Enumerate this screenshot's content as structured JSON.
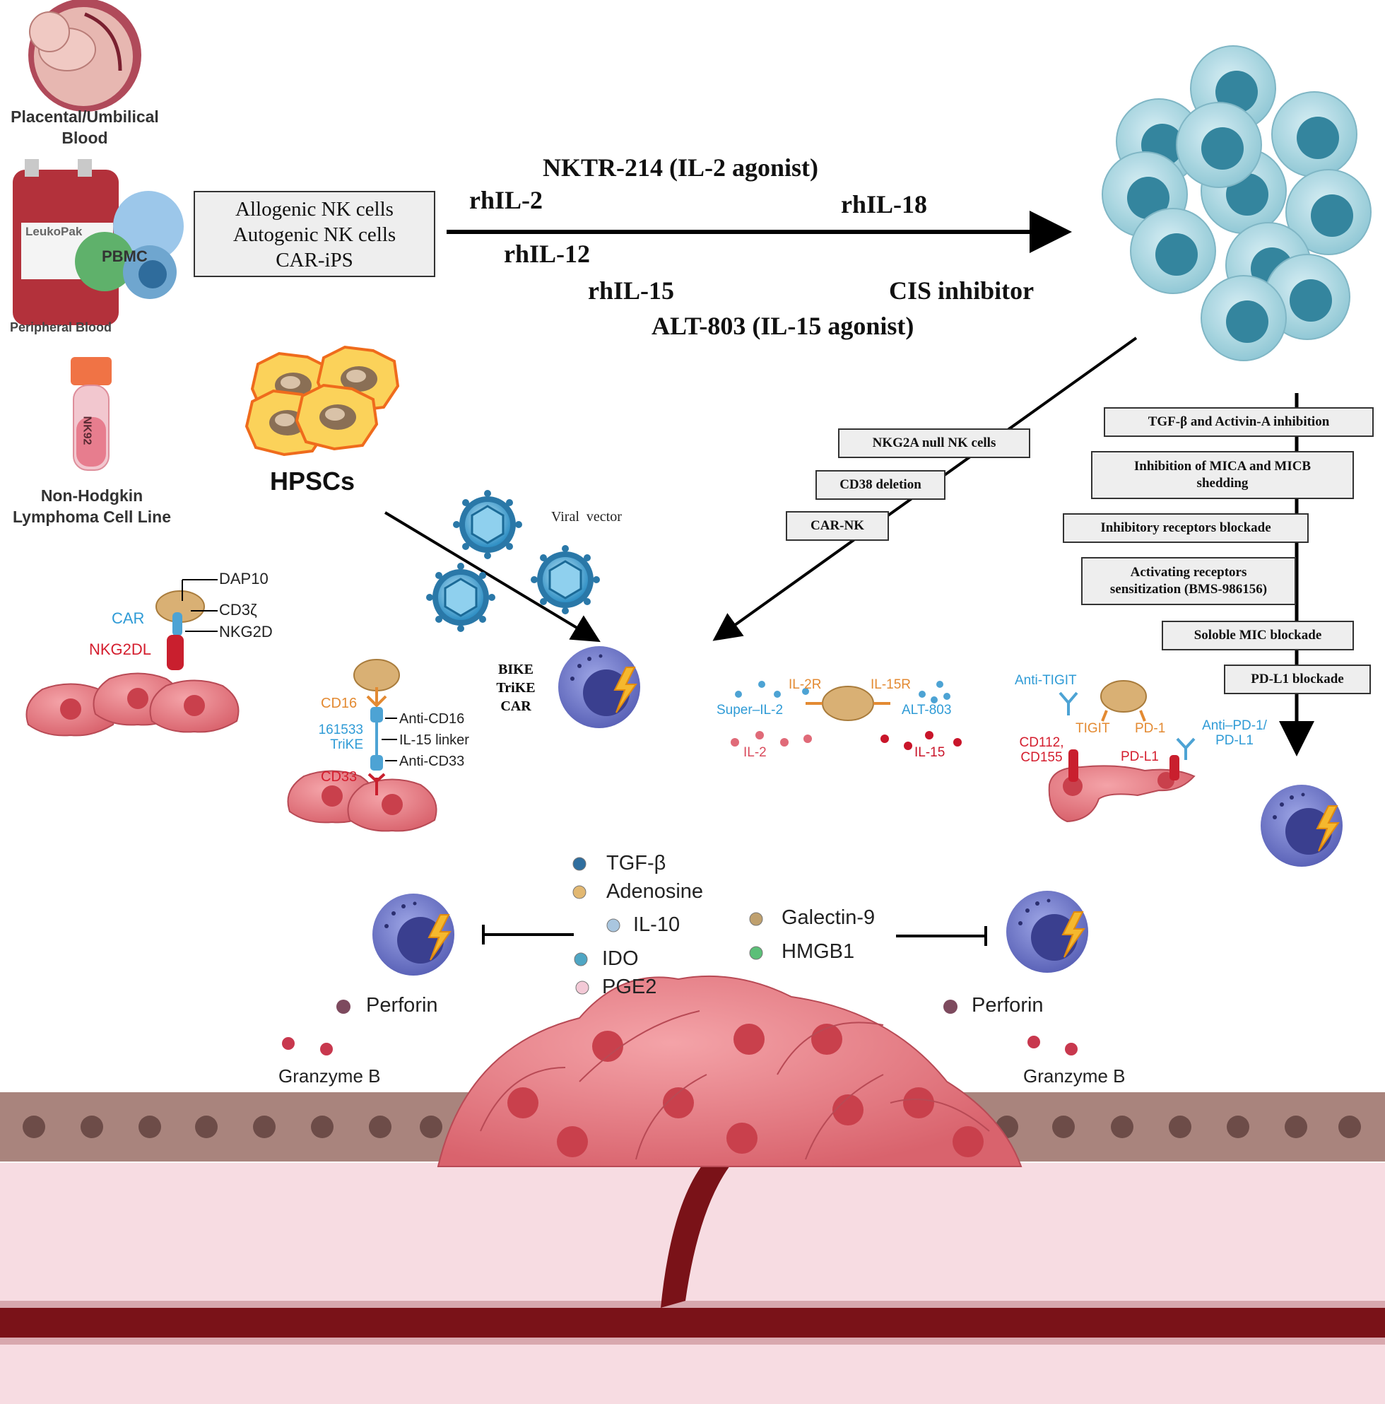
{
  "sources": {
    "placental": "Placental/Umbilical\nBlood",
    "leukopak": "LeukoPak",
    "pbmc": "PBMC",
    "peripheral": "Peripheral Blood",
    "nk92": "NK92",
    "nhl": "Non-Hodgkin\nLymphoma Cell Line",
    "hpscs": "HPSCs"
  },
  "cell_types_box": [
    "Allogenic NK cells",
    "Autogenic NK cells",
    "CAR-iPS"
  ],
  "cytokines": {
    "nktr": "NKTR-214 (IL-2 agonist)",
    "rhil2": "rhIL-2",
    "rhil18": "rhIL-18",
    "rhil12": "rhIL-12",
    "rhil15": "rhIL-15",
    "cis": "CIS inhibitor",
    "alt803": "ALT-803 (IL-15 agonist)"
  },
  "genetic_boxes": [
    "NKG2A  null NK  cells",
    "CD38 deletion",
    "CAR-NK"
  ],
  "right_boxes": [
    "TGF-β  and  Activin-A  inhibition",
    "Inhibition  of MICA  and  MICB\nshedding",
    "Inhibitory  receptors blockade",
    "Activating  receptors\nsensitization (BMS-986156)",
    "Soloble  MIC  blockade",
    "PD-L1  blockade"
  ],
  "viral_vector": "Viral  vector",
  "engagers": "BIKE\nTriKE\nCAR",
  "car_panel": {
    "dap10": "DAP10",
    "cd3z": "CD3ζ",
    "car": "CAR",
    "nkg2d": "NKG2D",
    "nkg2dl": "NKG2DL"
  },
  "trike_panel": {
    "cd16": "CD16",
    "trike": "161533\nTriKE",
    "anti_cd16": "Anti-CD16",
    "linker": "IL-15 linker",
    "anti_cd33": "Anti-CD33",
    "cd33": "CD33"
  },
  "cytokine_panel": {
    "il2r": "IL-2R",
    "il15r": "IL-15R",
    "super_il2": "Super–IL-2",
    "alt803": "ALT-803",
    "il2": "IL-2",
    "il15": "IL-15"
  },
  "checkpoint_panel": {
    "anti_tigit": "Anti-TIGIT",
    "tigit": "TIGIT",
    "pd1": "PD-1",
    "anti_pd1": "Anti–PD-1/\nPD-L1",
    "cd112": "CD112,\nCD155",
    "pdl1": "PD-L1"
  },
  "suppressors": [
    "TGF-β",
    "Adenosine",
    "IL-10",
    "IDO",
    "PGE2",
    "Galectin-9",
    "HMGB1"
  ],
  "effectors": {
    "perforin": "Perforin",
    "granzyme": "Granzyme B"
  },
  "colors": {
    "tgfb": "#2f6e9e",
    "adenosine": "#e2b872",
    "il10": "#a9c6df",
    "ido": "#4fa6c4",
    "pge2": "#f3c9d6",
    "galectin9": "#bfa06e",
    "hmgb1": "#5cbf78",
    "perforin": "#7d4a5e",
    "granzyme": "#c8384e",
    "tumor": "#e27a82",
    "nkcell": "#5b63b8"
  }
}
